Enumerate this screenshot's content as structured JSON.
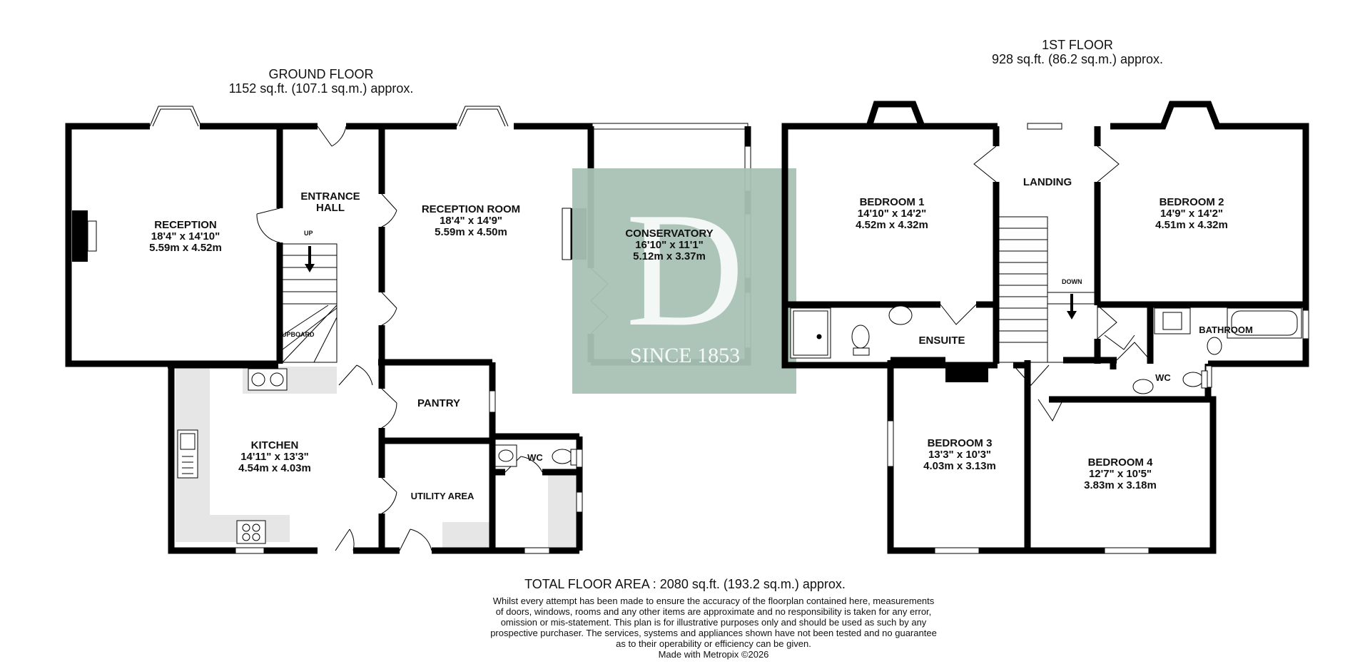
{
  "ground_floor": {
    "title": "GROUND FLOOR",
    "area": "1152 sq.ft. (107.1 sq.m.) approx.",
    "rooms": {
      "reception": {
        "name": "RECEPTION",
        "imperial": "18'4\"  x 14'10\"",
        "metric": "5.59m  x 4.52m"
      },
      "entrance_hall": {
        "name": "ENTRANCE\nHALL"
      },
      "reception_room": {
        "name": "RECEPTION ROOM",
        "imperial": "18'4\"  x 14'9\"",
        "metric": "5.59m  x 4.50m"
      },
      "conservatory": {
        "name": "CONSERVATORY",
        "imperial": "16'10\"  x 11'1\"",
        "metric": "5.12m  x 3.37m"
      },
      "kitchen": {
        "name": "KITCHEN",
        "imperial": "14'11\"  x 13'3\"",
        "metric": "4.54m  x 4.03m"
      },
      "pantry": {
        "name": "PANTRY"
      },
      "utility": {
        "name": "UTILITY AREA"
      },
      "wc": {
        "name": "WC"
      },
      "cupboard": {
        "name": "UPBOARD"
      },
      "up": {
        "name": "UP"
      }
    }
  },
  "first_floor": {
    "title": "1ST FLOOR",
    "area": "928 sq.ft. (86.2 sq.m.) approx.",
    "rooms": {
      "bedroom1": {
        "name": "BEDROOM 1",
        "imperial": "14'10\"  x 14'2\"",
        "metric": "4.52m  x 4.32m"
      },
      "landing": {
        "name": "LANDING"
      },
      "bedroom2": {
        "name": "BEDROOM 2",
        "imperial": "14'9\"  x 14'2\"",
        "metric": "4.51m  x 4.32m"
      },
      "ensuite": {
        "name": "ENSUITE"
      },
      "bathroom": {
        "name": "BATHROOM"
      },
      "wc": {
        "name": "WC"
      },
      "down": {
        "name": "DOWN"
      },
      "bedroom3": {
        "name": "BEDROOM 3",
        "imperial": "13'3\"  x 10'3\"",
        "metric": "4.03m  x 3.13m"
      },
      "bedroom4": {
        "name": "BEDROOM 4",
        "imperial": "12'7\"  x 10'5\"",
        "metric": "3.83m  x 3.18m"
      }
    }
  },
  "watermark": {
    "letter": "D",
    "text": "SINCE 1853",
    "color": "#a9c2b5"
  },
  "footer": {
    "total": "TOTAL FLOOR AREA : 2080 sq.ft. (193.2 sq.m.) approx.",
    "disclaimer_lines": [
      "Whilst every attempt has been made to ensure the accuracy of the floorplan contained here, measurements",
      "of doors, windows, rooms and any other items are approximate and no responsibility is taken for any error,",
      "omission or mis-statement. This plan is for illustrative purposes only and should be used as such by any",
      "prospective purchaser. The services, systems and appliances shown have not been tested and no guarantee",
      "as to their operability or efficiency can be given."
    ],
    "credit": "Made with Metropix ©2026"
  },
  "colors": {
    "wall": "#000000",
    "fitting": "#e6e6e6",
    "window": "#ffffff"
  }
}
